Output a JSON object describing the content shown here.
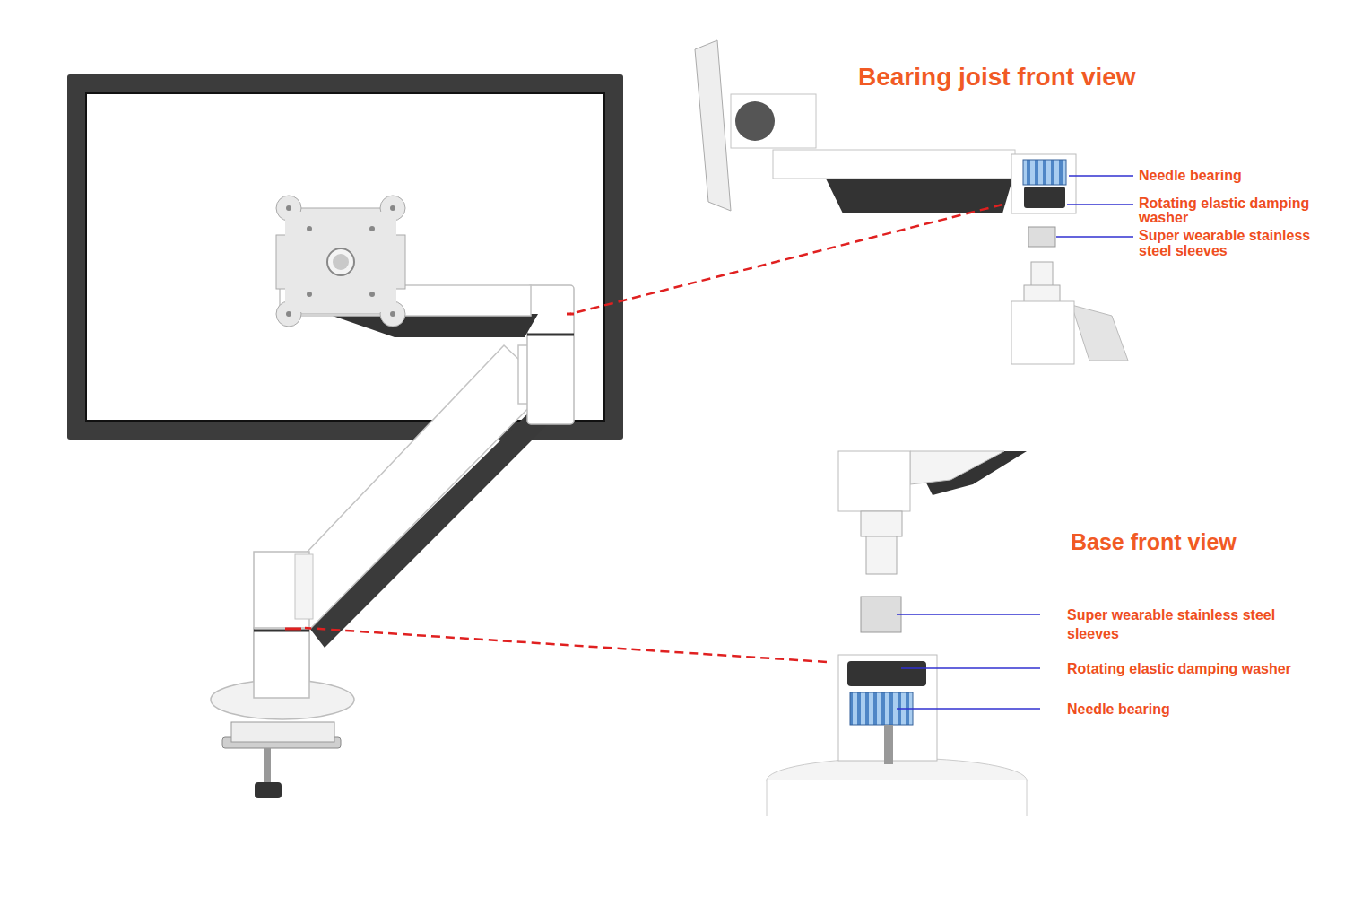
{
  "diagram": {
    "labels": [
      "Bearing joist front view",
      "Needle bearing",
      "Rotating elastic damping washer",
      "Super wearable stainless steel sleeves",
      "Base front view",
      "Super wearable stainless steel sleeves",
      "Rotating elastic damping washer",
      "Needle bearing"
    ]
  }
}
